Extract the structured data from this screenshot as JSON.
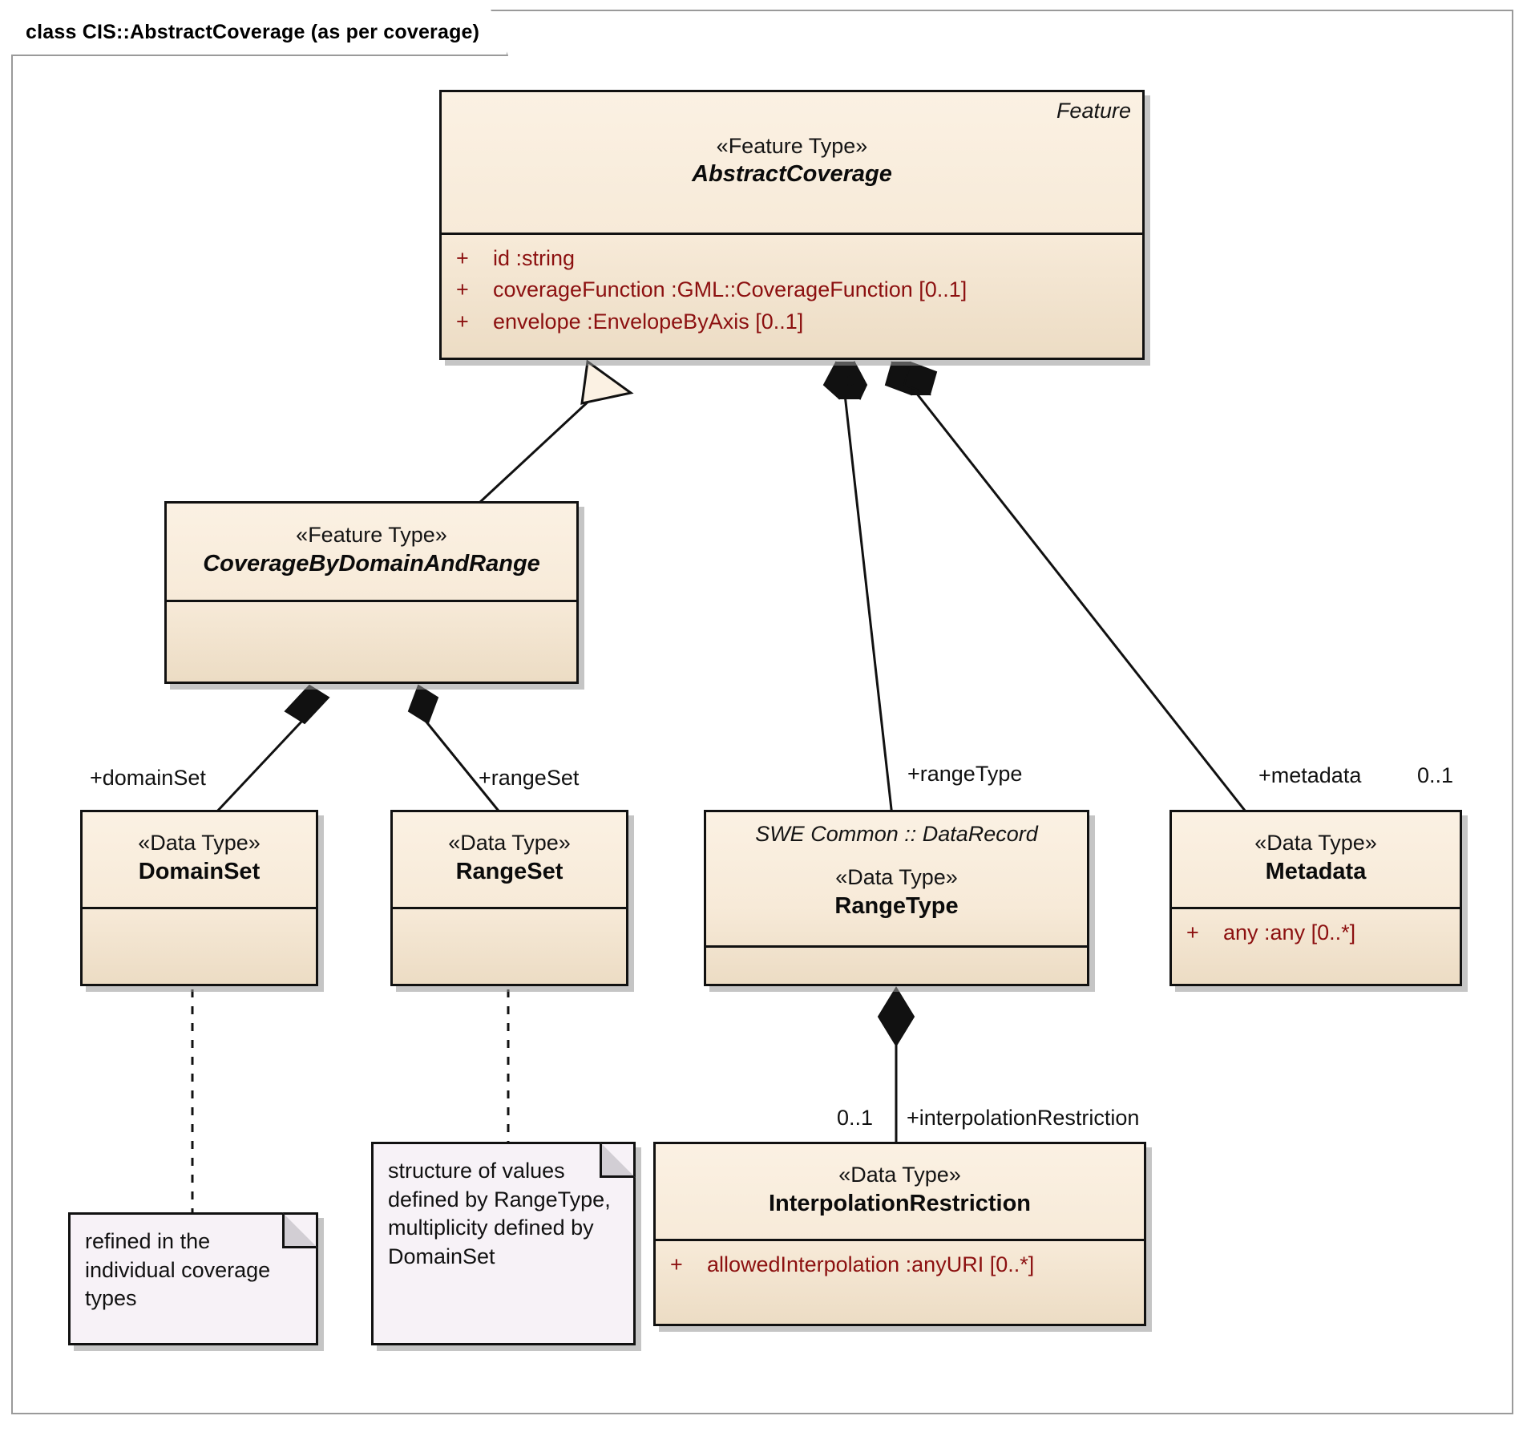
{
  "diagram": {
    "frame_title": "class CIS::AbstractCoverage (as per coverage)"
  },
  "classes": {
    "abstract_coverage": {
      "corner_label": "Feature",
      "stereotype": "«Feature Type»",
      "name": "AbstractCoverage",
      "attributes": [
        {
          "visibility": "+",
          "signature": "id  :string"
        },
        {
          "visibility": "+",
          "signature": "coverageFunction  :GML::CoverageFunction [0..1]"
        },
        {
          "visibility": "+",
          "signature": "envelope  :EnvelopeByAxis [0..1]"
        }
      ]
    },
    "coverage_by_domain_and_range": {
      "stereotype": "«Feature Type»",
      "name": "CoverageByDomainAndRange",
      "attributes": []
    },
    "domain_set": {
      "stereotype": "«Data Type»",
      "name": "DomainSet",
      "attributes": []
    },
    "range_set": {
      "stereotype": "«Data Type»",
      "name": "RangeSet",
      "attributes": []
    },
    "range_type": {
      "namespace": "SWE Common :: DataRecord",
      "stereotype": "«Data Type»",
      "name": "RangeType",
      "attributes": []
    },
    "metadata": {
      "stereotype": "«Data Type»",
      "name": "Metadata",
      "attributes": [
        {
          "visibility": "+",
          "signature": "any  :any [0..*]"
        }
      ]
    },
    "interpolation_restriction": {
      "stereotype": "«Data Type»",
      "name": "InterpolationRestriction",
      "attributes": [
        {
          "visibility": "+",
          "signature": "allowedInterpolation  :anyURI [0..*]"
        }
      ]
    }
  },
  "edge_labels": {
    "domain_set_role": "+domainSet",
    "range_set_role": "+rangeSet",
    "range_type_role": "+rangeType",
    "metadata_role": "+metadata",
    "metadata_multiplicity": "0..1",
    "interpolation_multiplicity": "0..1",
    "interpolation_role": "+interpolationRestriction"
  },
  "notes": {
    "domain_set_note": "refined in the individual coverage types",
    "range_set_note": "structure of values defined by RangeType, multiplicity defined by DomainSet"
  },
  "colors": {
    "class_fill": "#f7ead8",
    "class_border": "#111111",
    "attribute_text": "#8c1010",
    "note_fill": "#f7f2f7",
    "frame_border": "#9a9a9a"
  }
}
